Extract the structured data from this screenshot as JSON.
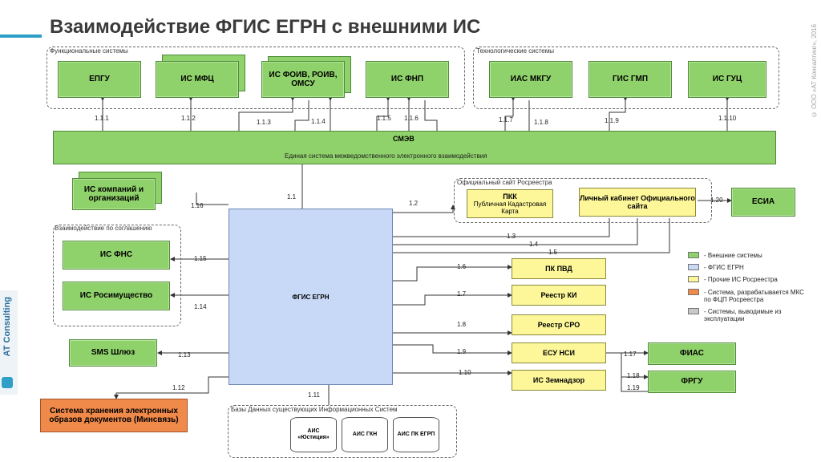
{
  "title": "Взаимодействие ФГИС ЕГРН с внешними ИС",
  "copyright": "© ООО «АТ Консалтинг», 2016",
  "brand": "AT Consulting",
  "groups": {
    "functional": "Функциональные системы",
    "technological": "Технологические системы",
    "agreement": "Взаимодействие по соглашению",
    "official_site": "Официальный сайт Росреестра",
    "databases": "Базы Данных существующих Информационных Систем"
  },
  "boxes": {
    "epgu": "ЕПГУ",
    "is_mfc": "ИС МФЦ",
    "is_foiv": "ИС ФОИВ, РОИВ, ОМСУ",
    "is_fnp": "ИС ФНП",
    "ias_mkgu": "ИАС МКГУ",
    "gis_gmp": "ГИС ГМП",
    "is_guc": "ИС ГУЦ",
    "smev_title": "СМЭВ",
    "smev_sub": "Единая система межведомственного электронного взаимодействия",
    "is_companies": "ИС компаний и организаций",
    "is_fns": "ИС ФНС",
    "is_rosimush": "ИС Росимущество",
    "sms": "SMS Шлюз",
    "storage": "Система хранения электронных образов документов (Минсвязь)",
    "fgis": "ФГИС ЕГРН",
    "pkk_title": "ПКК",
    "pkk_sub": "Публичная Кадастровая Карта",
    "lk": "Личный кабинет Официального сайта",
    "esia": "ЕСИА",
    "pk_pvd": "ПК ПВД",
    "reestr_ki": "Реестр КИ",
    "reestr_sro": "Реестр СРО",
    "esu_nsi": "ЕСУ НСИ",
    "is_zemnadzor": "ИС Земнадзор",
    "fias": "ФИАС",
    "frgu": "ФРГУ",
    "ais_justice": "АИС «Юстиция»",
    "ais_gkn": "АИС ГКН",
    "ais_pk_egrp": "АИС ПК ЕГРП"
  },
  "links": {
    "l111": "1.1.1",
    "l112": "1.1.2",
    "l113": "1.1.3",
    "l114": "1.1.4",
    "l115": "1.1.5",
    "l116": "1.1.6",
    "l117": "1.1.7",
    "l118": "1.1.8",
    "l119": "1.1.9",
    "l1110": "1.1.10",
    "l11": "1.1",
    "l12": "1.2",
    "l13": "1.3",
    "l14": "1.4",
    "l15": "1.5",
    "l16": "1.6",
    "l17": "1.7",
    "l18": "1.8",
    "l19": "1.9",
    "l110": "1.10",
    "l111b": "1.11",
    "l112b": "1.12",
    "l113b": "1.13",
    "l114b": "1.14",
    "l115b": "1.15",
    "l116b": "1.16",
    "l117b": "1.17",
    "l118b": "1.18",
    "l119b": "1.19",
    "l120": "1.20"
  },
  "legend": [
    {
      "color": "#8fd16a",
      "text": "- Внешние системы"
    },
    {
      "color": "#c7d9f6",
      "text": "- ФГИС ЕГРН"
    },
    {
      "color": "#fdf79a",
      "text": "- Прочие ИС Росреестра"
    },
    {
      "color": "#f08a4b",
      "text": "- Система, разрабатывается МКС по ФЦП Росреестра"
    },
    {
      "color": "#c8c8c8",
      "text": "- Системы, выводимые из эксплуатации"
    }
  ]
}
